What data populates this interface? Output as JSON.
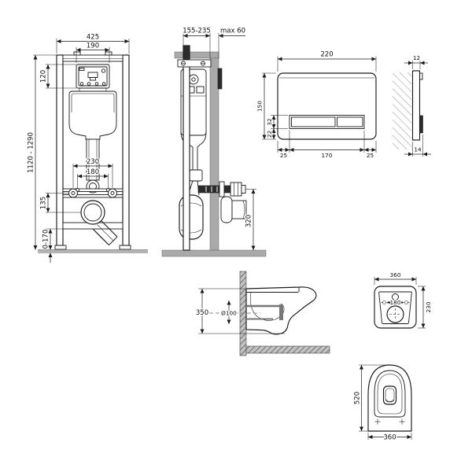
{
  "colors": {
    "line": "#1a1a1a",
    "dim_text": "#111111",
    "wall_gray": "#a9a9a9",
    "hatch_dark_bg": "#c2c2c2",
    "hatch_line": "#5a5a5a",
    "dark_fill": "#2b2b2b",
    "background": "#ffffff"
  },
  "views": {
    "frame_front": {
      "total_width": "425",
      "opening_width": "190",
      "box_height": "120",
      "frame_height": "1120 - 1290",
      "bolt_spacing": "230",
      "stud_spacing": "180",
      "drain_offset": "135",
      "foot_adjust": "0-170"
    },
    "frame_side": {
      "depth": "155-235",
      "finish_max": "max 60",
      "outlet_height": "320"
    },
    "plate_front": {
      "width": "220",
      "height": "150",
      "button_height": "32",
      "bottom_offset": "22",
      "left_margin": "25",
      "button_width": "170",
      "right_margin": "25"
    },
    "plate_side": {
      "top_thickness": "12",
      "bottom_thickness": "14"
    },
    "bowl_side": {
      "height": "350",
      "outlet_diameter": "Ø100"
    },
    "bowl_back": {
      "width": "360",
      "stud_spacing": "180",
      "height": "230"
    },
    "bowl_top": {
      "depth": "520",
      "width": "360"
    }
  }
}
